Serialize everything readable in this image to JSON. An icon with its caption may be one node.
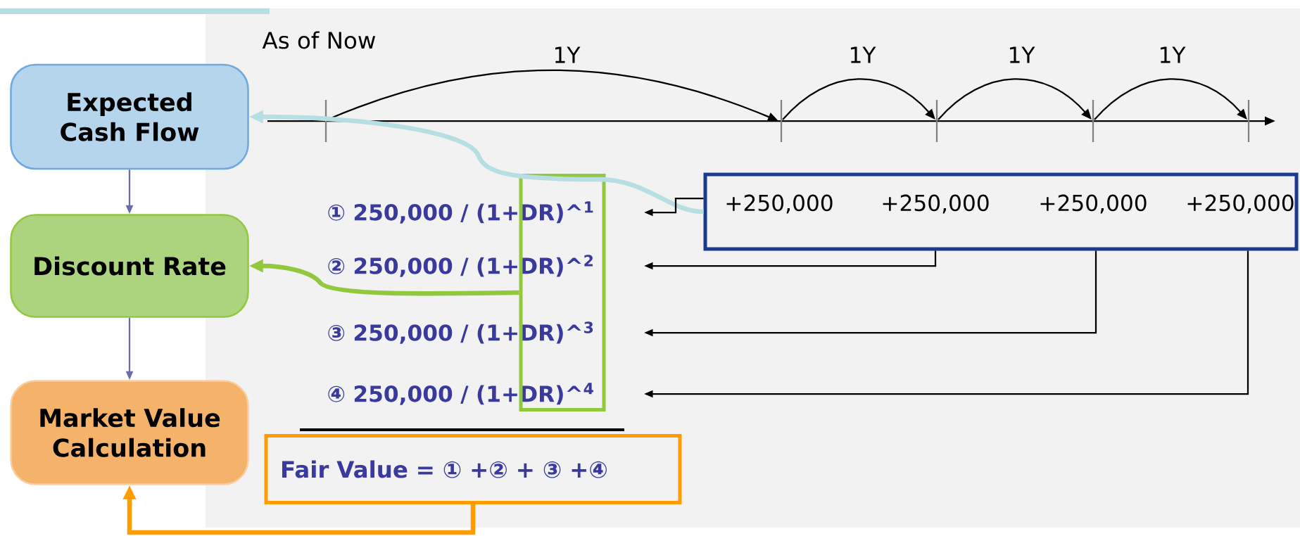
{
  "diagram": {
    "nodes": [
      {
        "text": [
          "Expected Cash Flow"
        ]
      },
      {
        "text": [
          "Discount Rate"
        ]
      },
      {
        "text": [
          "Market Value Calculation"
        ]
      },
      {
        "text": [
          "① 250,000 / (1+DR)^$^{1}$"
        ]
      },
      {
        "text": [
          "② 250,000 / (1+DR)^$^{2}$"
        ]
      },
      {
        "text": [
          "③ 250,000 / (1+DR)^$^{3}$"
        ]
      },
      {
        "text": [
          "④ 250,000 / (1+DR)^$^{4}$"
        ]
      },
      {
        "text": [],
        "shape": "box"
      },
      {
        "text": [
          "+250,000",
          "+250,000",
          "+250,000",
          "+250,000"
        ]
      },
      {
        "text": [
          "Fair Value = ① +② + ③ +④"
        ]
      }
    ],
    "edges": [
      {
        "from": 0,
        "to": 1,
        "arrow": "to",
        "color": "#6b6ba6"
      },
      {
        "from": 1,
        "to": 2,
        "arrow": "to",
        "color": "#6b6ba6"
      },
      {
        "from": 8,
        "to": 0,
        "arrow": "to",
        "style": "thick",
        "color": "#b7dfe3"
      },
      {
        "from": 8,
        "to": 3,
        "arrow": "to"
      },
      {
        "from": 8,
        "to": 4,
        "arrow": "to"
      },
      {
        "from": 8,
        "to": 5,
        "arrow": "to"
      },
      {
        "from": 8,
        "to": 6,
        "arrow": "to"
      },
      {
        "from": 7,
        "to": 1,
        "arrow": "to",
        "style": "thick",
        "color": "#92c83e"
      },
      {
        "from": 9,
        "to": 2,
        "arrow": "to",
        "style": "thick",
        "color": "#ff9c00"
      }
    ],
    "labels": [
      "As of Now",
      "1Y",
      "1Y",
      "1Y",
      "1Y"
    ]
  }
}
